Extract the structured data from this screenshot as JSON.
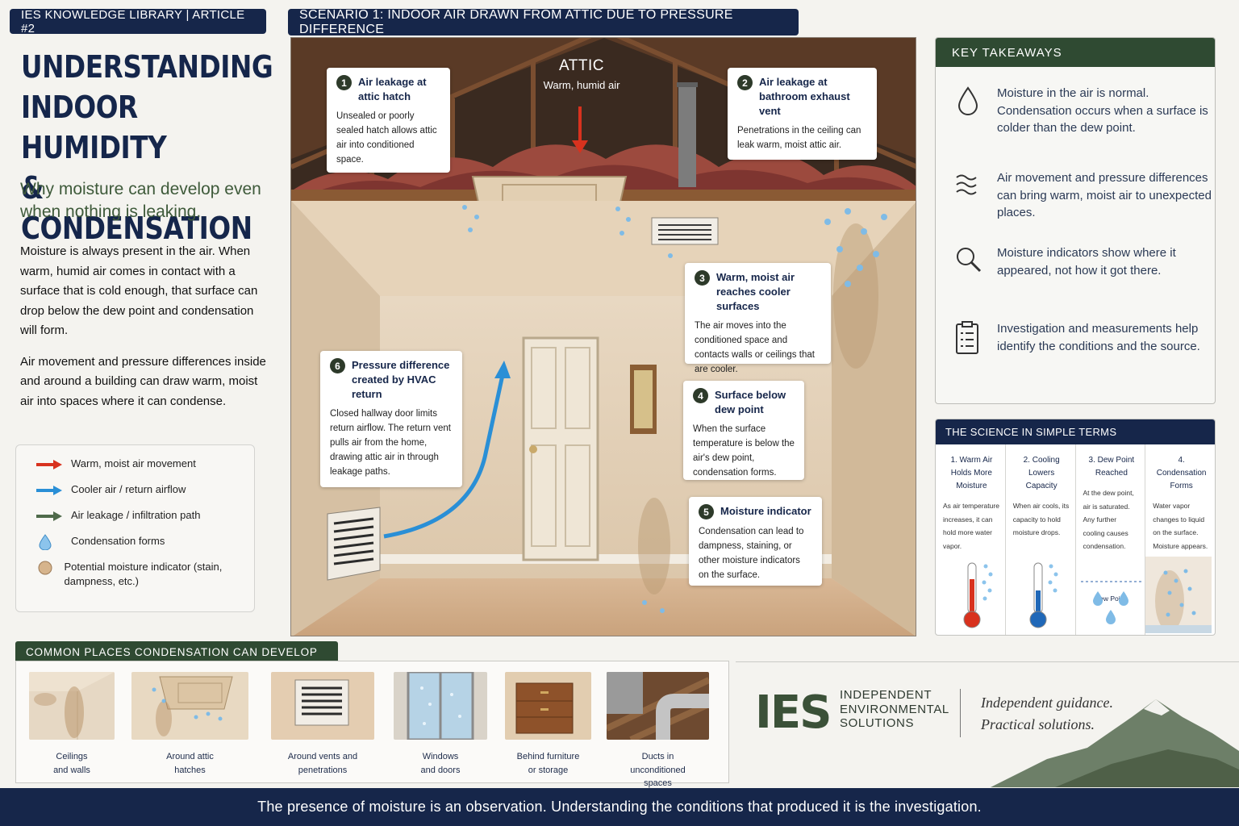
{
  "badge": "IES KNOWLEDGE LIBRARY  |  ARTICLE #2",
  "title": {
    "line1": "UNDERSTANDING",
    "line2": "INDOOR HUMIDITY",
    "line3": "& CONDENSATION"
  },
  "subtitle": "Why moisture can develop even when nothing is leaking.",
  "intro": {
    "p1": "Moisture is always present in the air. When warm, humid air comes in contact with a surface that is cold enough, that surface can drop below the dew point and condensation will form.",
    "p2": "Air movement and pressure differences inside and around a building can draw warm, moist air into spaces where it can condense."
  },
  "legend": [
    {
      "icon": "red-arrow-icon",
      "label": "Warm, moist air movement",
      "color": "#d8321e"
    },
    {
      "icon": "blue-arrow-icon",
      "label": "Cooler air / return airflow",
      "color": "#2a8fd6"
    },
    {
      "icon": "green-arrow-icon",
      "label": "Air leakage / infiltration path",
      "color": "#4f6a4a"
    },
    {
      "icon": "water-drop-icon",
      "label": "Condensation forms",
      "color": "#6fb0e0"
    },
    {
      "icon": "stain-dot-icon",
      "label": "Potential moisture indicator (stain, dampness, etc.)",
      "color": "#d2b08a"
    }
  ],
  "scenario": {
    "title": "SCENARIO 1: INDOOR AIR DRAWN FROM ATTIC DUE TO PRESSURE DIFFERENCE",
    "attic_label": "ATTIC",
    "attic_sub": "Warm, humid air",
    "callouts": [
      {
        "num": "1",
        "title": "Air leakage at attic hatch",
        "body": "Unsealed or poorly sealed hatch allows attic air into conditioned space."
      },
      {
        "num": "2",
        "title": "Air leakage at bathroom exhaust vent",
        "body": "Penetrations in the ceiling can leak warm, moist attic air."
      },
      {
        "num": "3",
        "title": "Warm, moist air reaches cooler surfaces",
        "body": "The air moves into the conditioned space and contacts walls or ceilings that are cooler."
      },
      {
        "num": "4",
        "title": "Surface below dew point",
        "body": "When the surface temperature is below the air's dew point, condensation forms."
      },
      {
        "num": "5",
        "title": "Moisture indicator",
        "body": "Condensation can lead to dampness, staining, or other moisture indicators on the surface."
      },
      {
        "num": "6",
        "title": "Pressure difference created by HVAC return",
        "body": "Closed hallway door limits return airflow. The return vent pulls air from the home, drawing attic air in through leakage paths."
      }
    ]
  },
  "takeaways": {
    "heading": "KEY TAKEAWAYS",
    "items": [
      {
        "icon": "water-drop-icon",
        "text": "Moisture in the air is normal. Condensation occurs when a surface is colder than the dew point."
      },
      {
        "icon": "airflow-icon",
        "text": "Air movement and pressure differences can bring warm, moist air to unexpected places."
      },
      {
        "icon": "magnifier-icon",
        "text": "Moisture indicators show where it appeared, not how it got there."
      },
      {
        "icon": "clipboard-icon",
        "text": "Investigation and measurements help identify the conditions and the source."
      }
    ]
  },
  "science": {
    "heading": "THE SCIENCE IN SIMPLE TERMS",
    "cols": [
      {
        "title": "1. Warm Air Holds More Moisture",
        "body": "As air temperature increases, it can hold more water vapor."
      },
      {
        "title": "2. Cooling Lowers Capacity",
        "body": "When air cools, its capacity to hold moisture drops."
      },
      {
        "title": "3. Dew Point Reached",
        "body": "At the dew point, air is saturated. Any further cooling causes condensation.",
        "extra": "Dew Point"
      },
      {
        "title": "4. Condensation Forms",
        "body": "Water vapor changes to liquid on the surface. Moisture appears."
      }
    ]
  },
  "places": {
    "heading": "COMMON PLACES CONDENSATION CAN DEVELOP",
    "items": [
      {
        "l1": "Ceilings",
        "l2": "and walls"
      },
      {
        "l1": "Around attic",
        "l2": "hatches"
      },
      {
        "l1": "Around vents and",
        "l2": "penetrations"
      },
      {
        "l1": "Windows",
        "l2": "and doors"
      },
      {
        "l1": "Behind furniture",
        "l2": "or storage"
      },
      {
        "l1": "Ducts in",
        "l2": "unconditioned",
        "l3": "spaces"
      }
    ]
  },
  "brand": {
    "logo": "IES",
    "name1": "INDEPENDENT",
    "name2": "ENVIRONMENTAL",
    "name3": "SOLUTIONS",
    "tag1": "Independent guidance.",
    "tag2": "Practical solutions."
  },
  "footer": "The presence of moisture is an observation.  Understanding the conditions that produced it is the investigation."
}
